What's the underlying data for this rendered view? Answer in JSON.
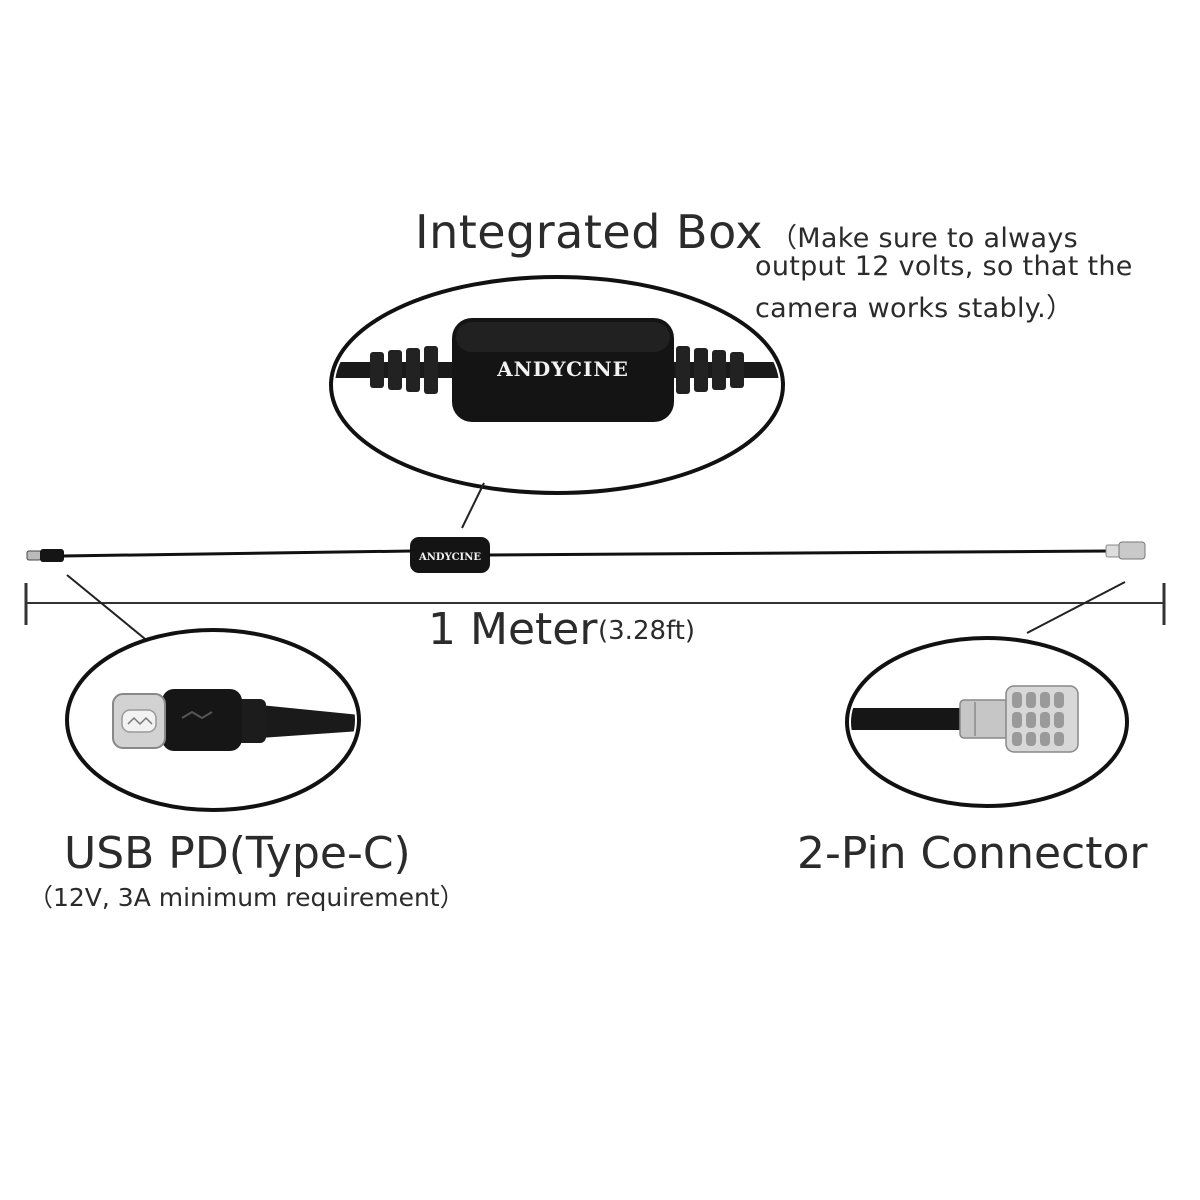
{
  "integrated_box": {
    "title": "Integrated Box",
    "note_lines": [
      "（Make sure to always",
      "output 12 volts, so that the",
      "camera works stably.）"
    ],
    "brand": "ANDYCINE"
  },
  "cable": {
    "length_label": "1 Meter",
    "length_sub": "(3.28ft)"
  },
  "usb_end": {
    "label": "USB PD(Type-C)",
    "sub": "（12V, 3A minimum requirement）"
  },
  "pin_end": {
    "label": "2-Pin Connector"
  },
  "colors": {
    "text": "#2b2b2b",
    "cable": "#111111",
    "box": "#141414",
    "connector_metal": "#c9c9c9"
  }
}
